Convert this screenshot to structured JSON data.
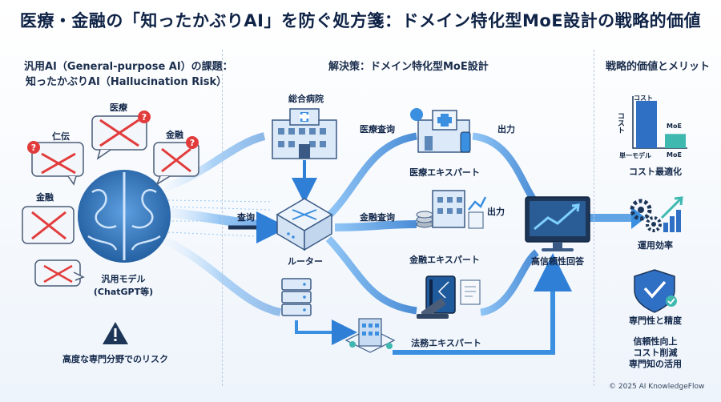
{
  "title": "医療・金融の「知ったかぶりAI」を防ぐ処方箋：ドメイン特化型MoE設計の戦略的価値",
  "left_section": {
    "heading_line1": "汎用AI（General-purpose AI）の課題：",
    "heading_line2": "知ったかぶりAI（Hallucination Risk）",
    "bubbles": [
      "医療",
      "仁伝",
      "金融",
      "金融"
    ],
    "model_label_line1": "汎用モデル",
    "model_label_line2": "(ChatGPT等)",
    "risk_label": "高度な専門分野でのリスク"
  },
  "middle_section": {
    "heading": "解決策：ドメイン特化型MoE設計",
    "hospital_label": "総合病院",
    "query_label": "查询",
    "router_label": "ルーター",
    "medical_query": "医療査询",
    "finance_query": "金融査询",
    "output_label_1": "出力",
    "output_label_2": "出力",
    "medical_expert": "医療エキスパート",
    "finance_expert": "金融エキスパート",
    "legal_expert": "法務エキスパート",
    "answer_label": "高信頼性回答"
  },
  "right_section": {
    "heading": "戦略的価値とメリット",
    "cost_chart": {
      "y_label": "コスト",
      "bar_top_label": "コスト",
      "moe_top_label": "MoE",
      "tick_labels": [
        "単一モデル",
        "MoE"
      ]
    },
    "cost_label": "コスト最適化",
    "efficiency_label": "運用効率",
    "expertise_label": "専門性と精度",
    "summary": [
      "信頼性向上",
      "コスト削減",
      "専門知の活用"
    ]
  },
  "footer": "© 2025 AI KnowledgeFlow",
  "colors": {
    "flow_blue": "#3b8fe0",
    "flow_light": "#bfe0ff",
    "brain": "#2f6fb3",
    "dark_navy": "#1d3557",
    "alert_red": "#e23b3b",
    "bar_blue": "#2f6fc4",
    "bar_teal": "#3fb9b0"
  },
  "chart_data": {
    "type": "bar",
    "categories": [
      "単一モデル",
      "MoE"
    ],
    "values": [
      1.0,
      0.3
    ],
    "ylabel": "コスト",
    "ylim": [
      0,
      1.1
    ]
  }
}
